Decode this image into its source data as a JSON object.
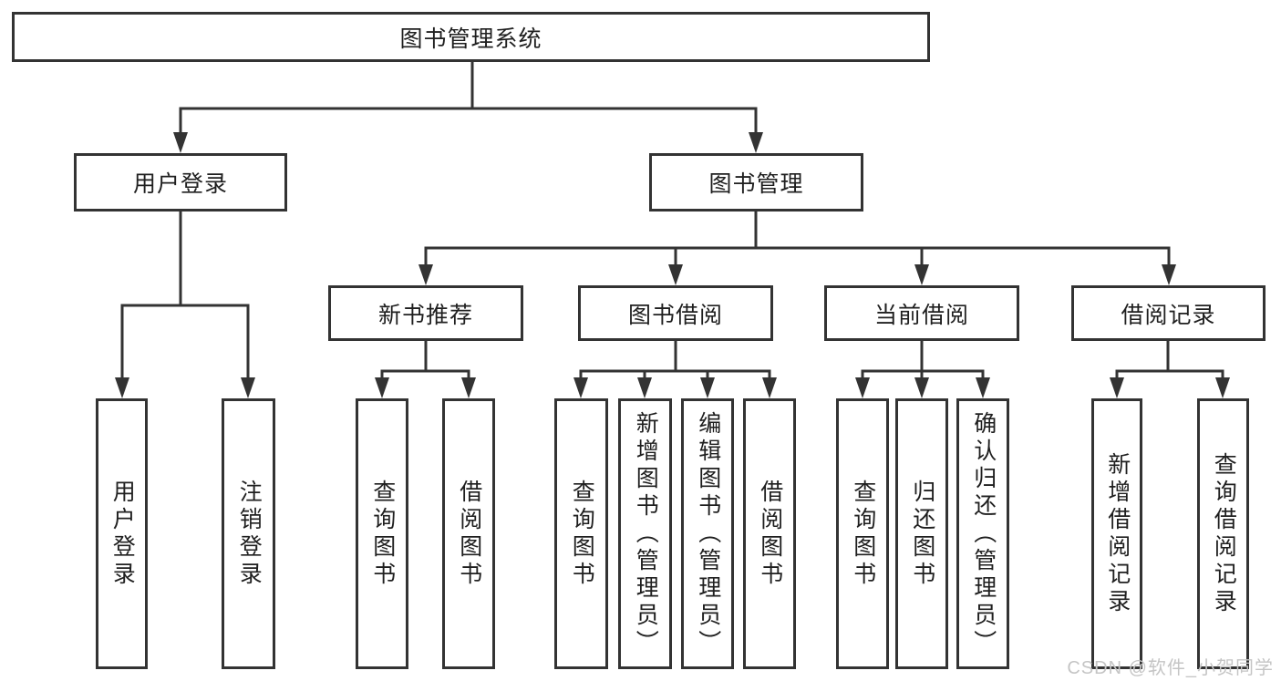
{
  "watermark": {
    "text": "CSDN @软件_小贺同学"
  },
  "colors": {
    "line": "#333333",
    "box-border": "#333333",
    "text": "#1f1f1f",
    "watermark": "#c5c5c5",
    "background": "#ffffff"
  },
  "tree": {
    "label": "图书管理系统",
    "children": [
      {
        "label": "用户登录",
        "children": [
          {
            "label": "用户登录"
          },
          {
            "label": "注销登录"
          }
        ]
      },
      {
        "label": "图书管理",
        "children": [
          {
            "label": "新书推荐",
            "children": [
              {
                "label": "查询图书"
              },
              {
                "label": "借阅图书"
              }
            ]
          },
          {
            "label": "图书借阅",
            "children": [
              {
                "label": "查询图书"
              },
              {
                "label": "新增图书（管理员）"
              },
              {
                "label": "编辑图书（管理员）"
              },
              {
                "label": "借阅图书"
              }
            ]
          },
          {
            "label": "当前借阅",
            "children": [
              {
                "label": "查询图书"
              },
              {
                "label": "归还图书"
              },
              {
                "label": "确认归还（管理员）"
              }
            ]
          },
          {
            "label": "借阅记录",
            "children": [
              {
                "label": "新增借阅记录"
              },
              {
                "label": "查询借阅记录"
              }
            ]
          }
        ]
      }
    ]
  }
}
